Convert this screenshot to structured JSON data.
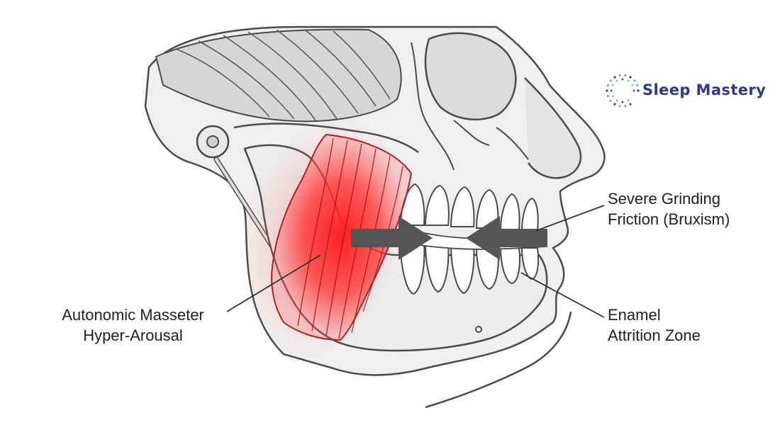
{
  "labels": {
    "masseter": [
      "Autonomic Masseter",
      "Hyper-Arousal"
    ],
    "grinding": [
      "Severe Grinding",
      "Friction (Bruxism)"
    ],
    "enamel": [
      "Enamel",
      "Attrition Zone"
    ]
  },
  "brand": {
    "name": "Sleep Mastery",
    "color": "#2b3a8f",
    "icon": "dotted-circle-logo-icon"
  },
  "colors": {
    "bone_fill": "#efefef",
    "bone_shade": "#d6d6d6",
    "outline": "#4a4a4a",
    "muscle_highlight": "#ff2020",
    "arrow": "#555555",
    "leader_line": "#333333"
  }
}
